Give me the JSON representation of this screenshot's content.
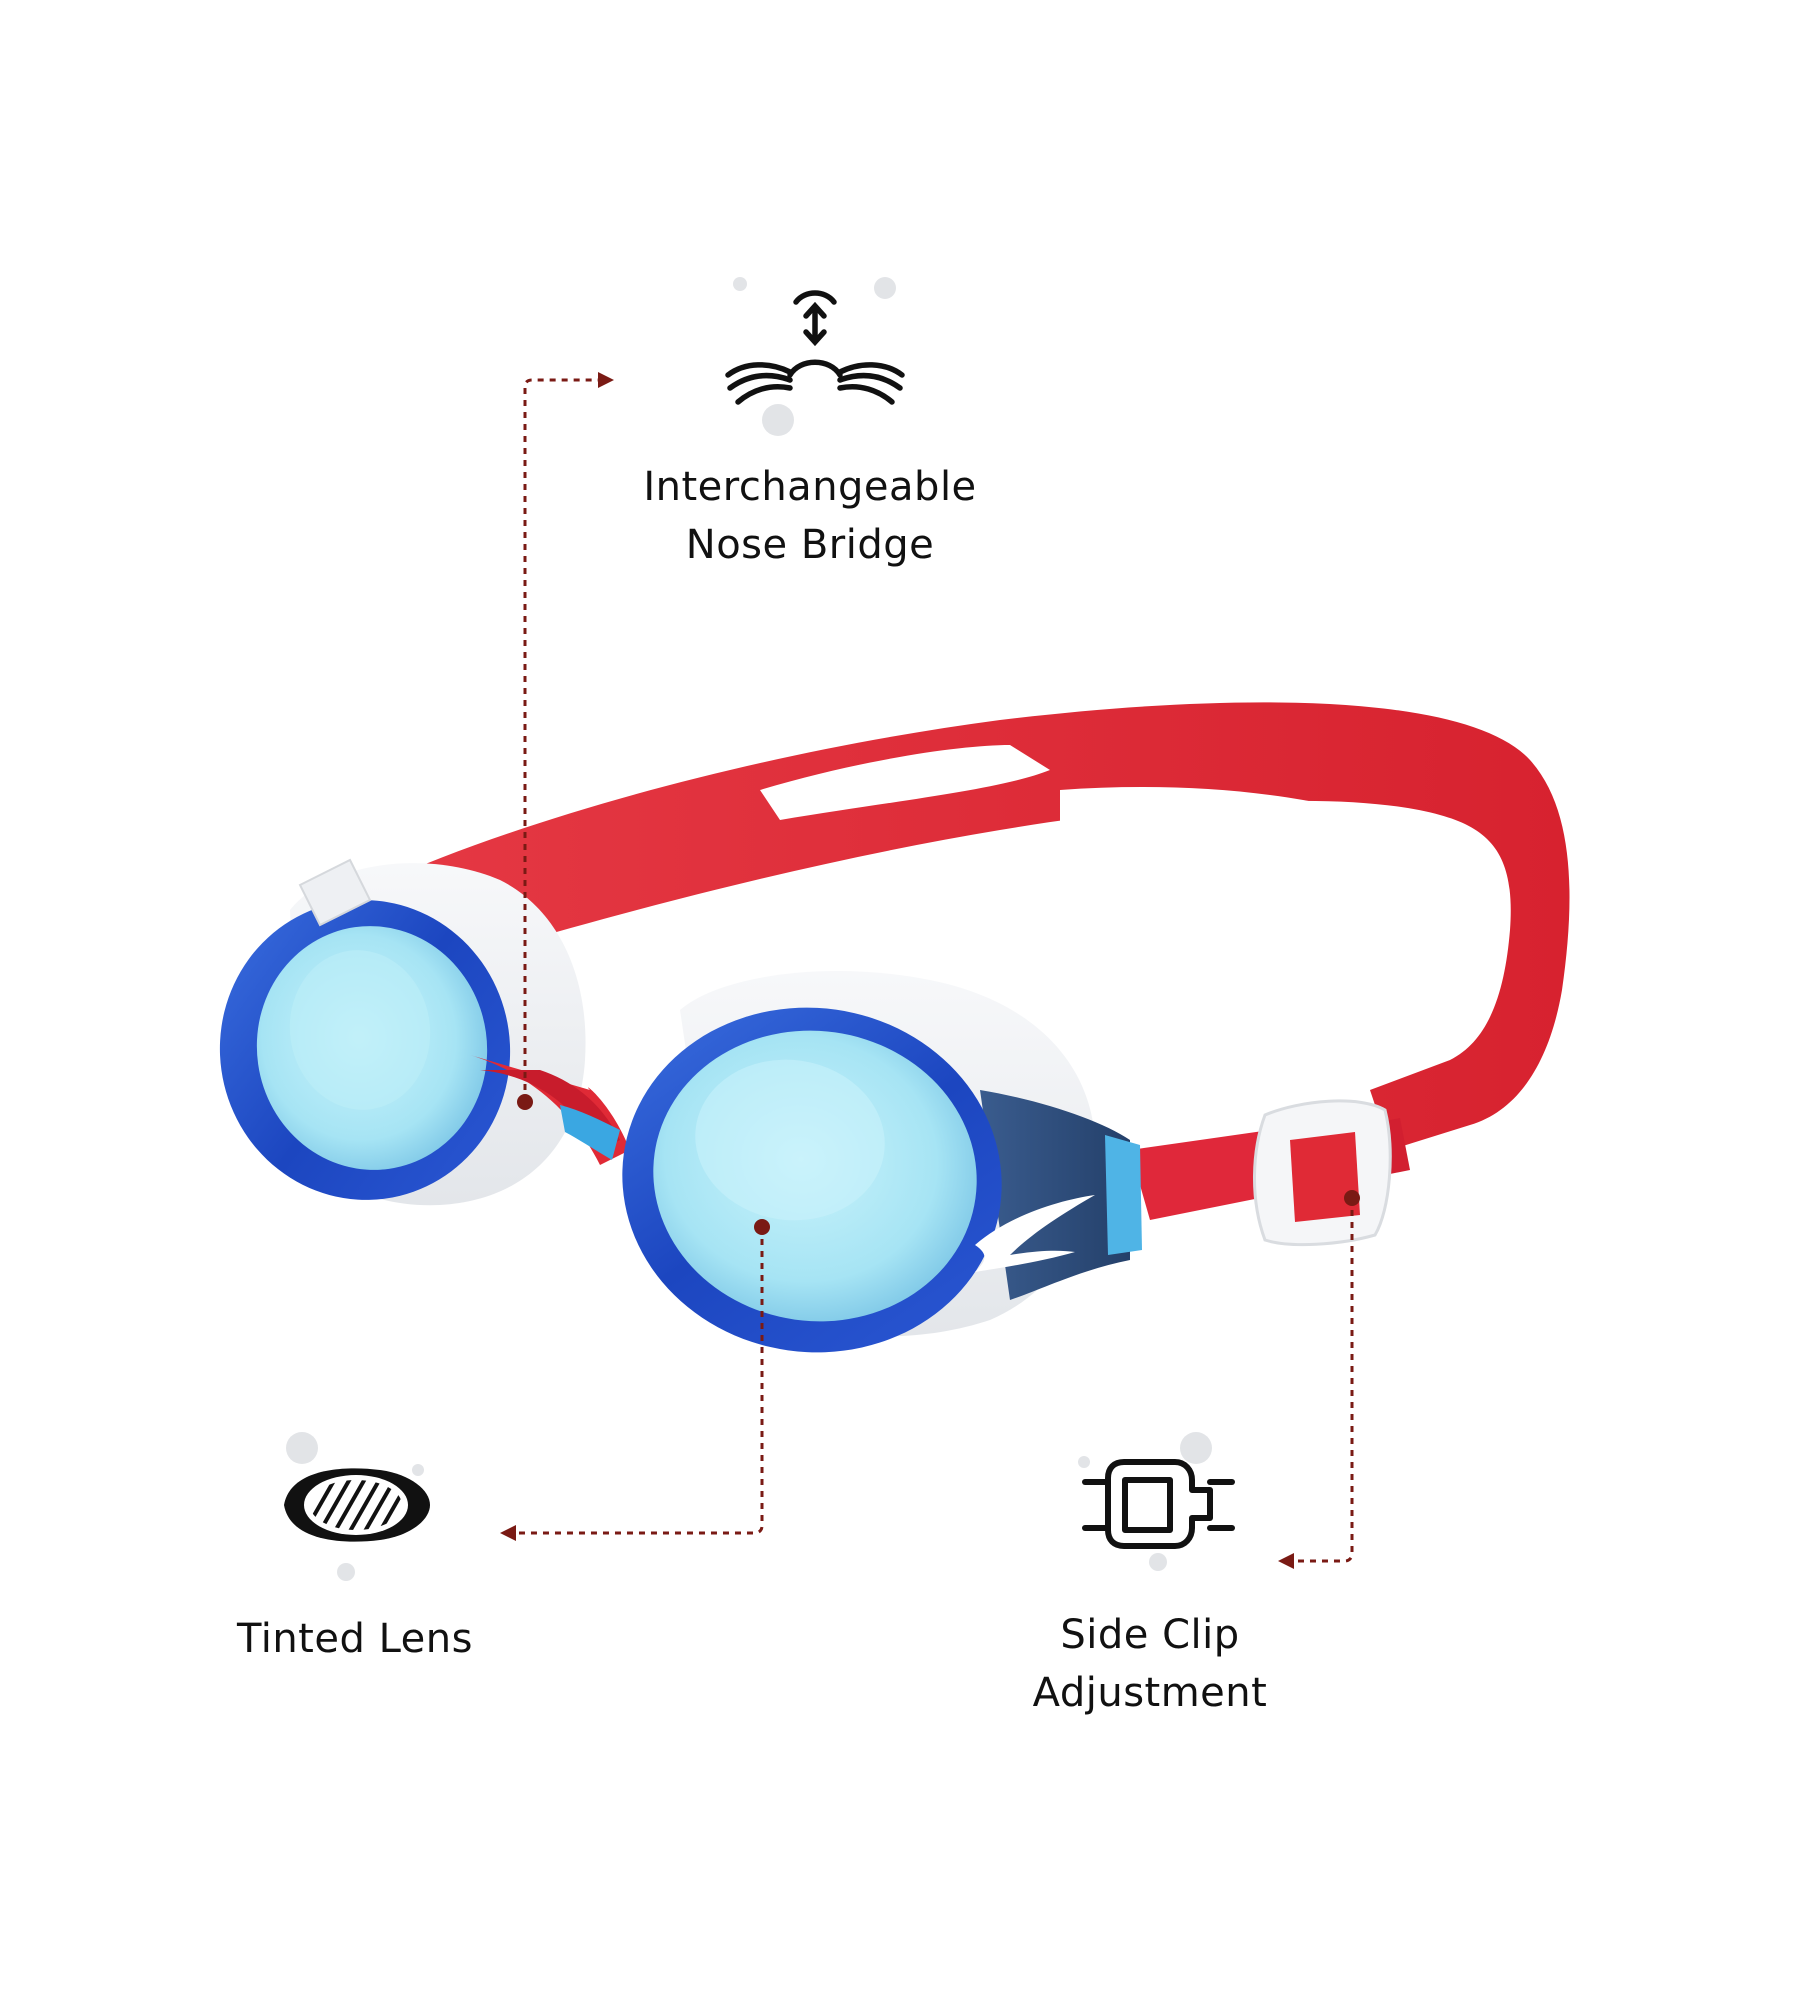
{
  "features": {
    "nose_bridge": {
      "line1": "Interchangeable",
      "line2": "Nose Bridge",
      "icon": "nose-bridge-icon"
    },
    "tinted_lens": {
      "line1": "Tinted Lens",
      "icon": "tinted-lens-icon"
    },
    "side_clip": {
      "line1": "Side Clip",
      "line2": "Adjustment",
      "icon": "side-clip-icon"
    }
  },
  "colors": {
    "strap_red": "#e02a36",
    "lens_blue": "#1e50c8",
    "lens_tint": "#a9e6f5",
    "frame_white": "#f2f3f5",
    "leader_line": "#7a1a14",
    "icon_black": "#111111"
  },
  "product": {
    "item": "swim-goggles",
    "brand_mark": "speedo-boomerang-logo"
  }
}
